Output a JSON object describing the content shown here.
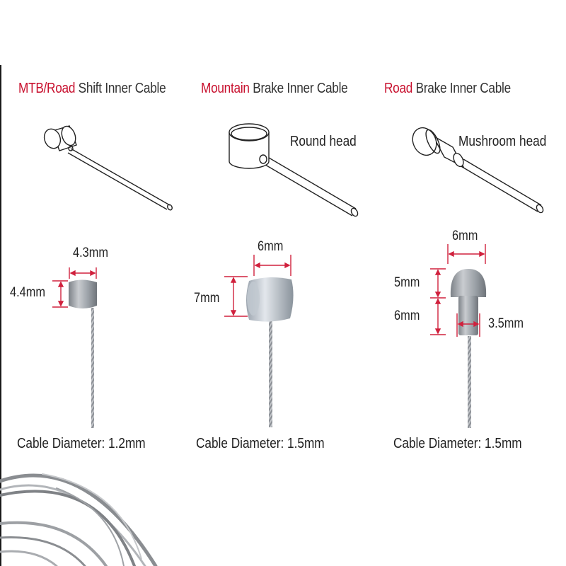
{
  "columns": [
    {
      "title_accent": "MTB/Road",
      "title_rest": "Shift Inner Cable",
      "head_label": "",
      "dimensions": {
        "width": "4.3mm",
        "height": "4.4mm"
      },
      "cable_diameter": "Cable Diameter: 1.2mm"
    },
    {
      "title_accent": "Mountain",
      "title_rest": "Brake Inner Cable",
      "head_label": "Round head",
      "dimensions": {
        "width": "6mm",
        "height": "7mm"
      },
      "cable_diameter": "Cable Diameter: 1.5mm"
    },
    {
      "title_accent": "Road",
      "title_rest": "Brake Inner Cable",
      "head_label": "Mushroom head",
      "dimensions": {
        "width": "6mm",
        "head_height": "5mm",
        "neck_height": "6mm",
        "neck_width": "3.5mm"
      },
      "cable_diameter": "Cable Diameter: 1.5mm"
    }
  ],
  "colors": {
    "accent": "#c8102e",
    "dimension_line": "#d0213d",
    "text": "#2b2b2b",
    "metal": "#9a9ea3"
  }
}
